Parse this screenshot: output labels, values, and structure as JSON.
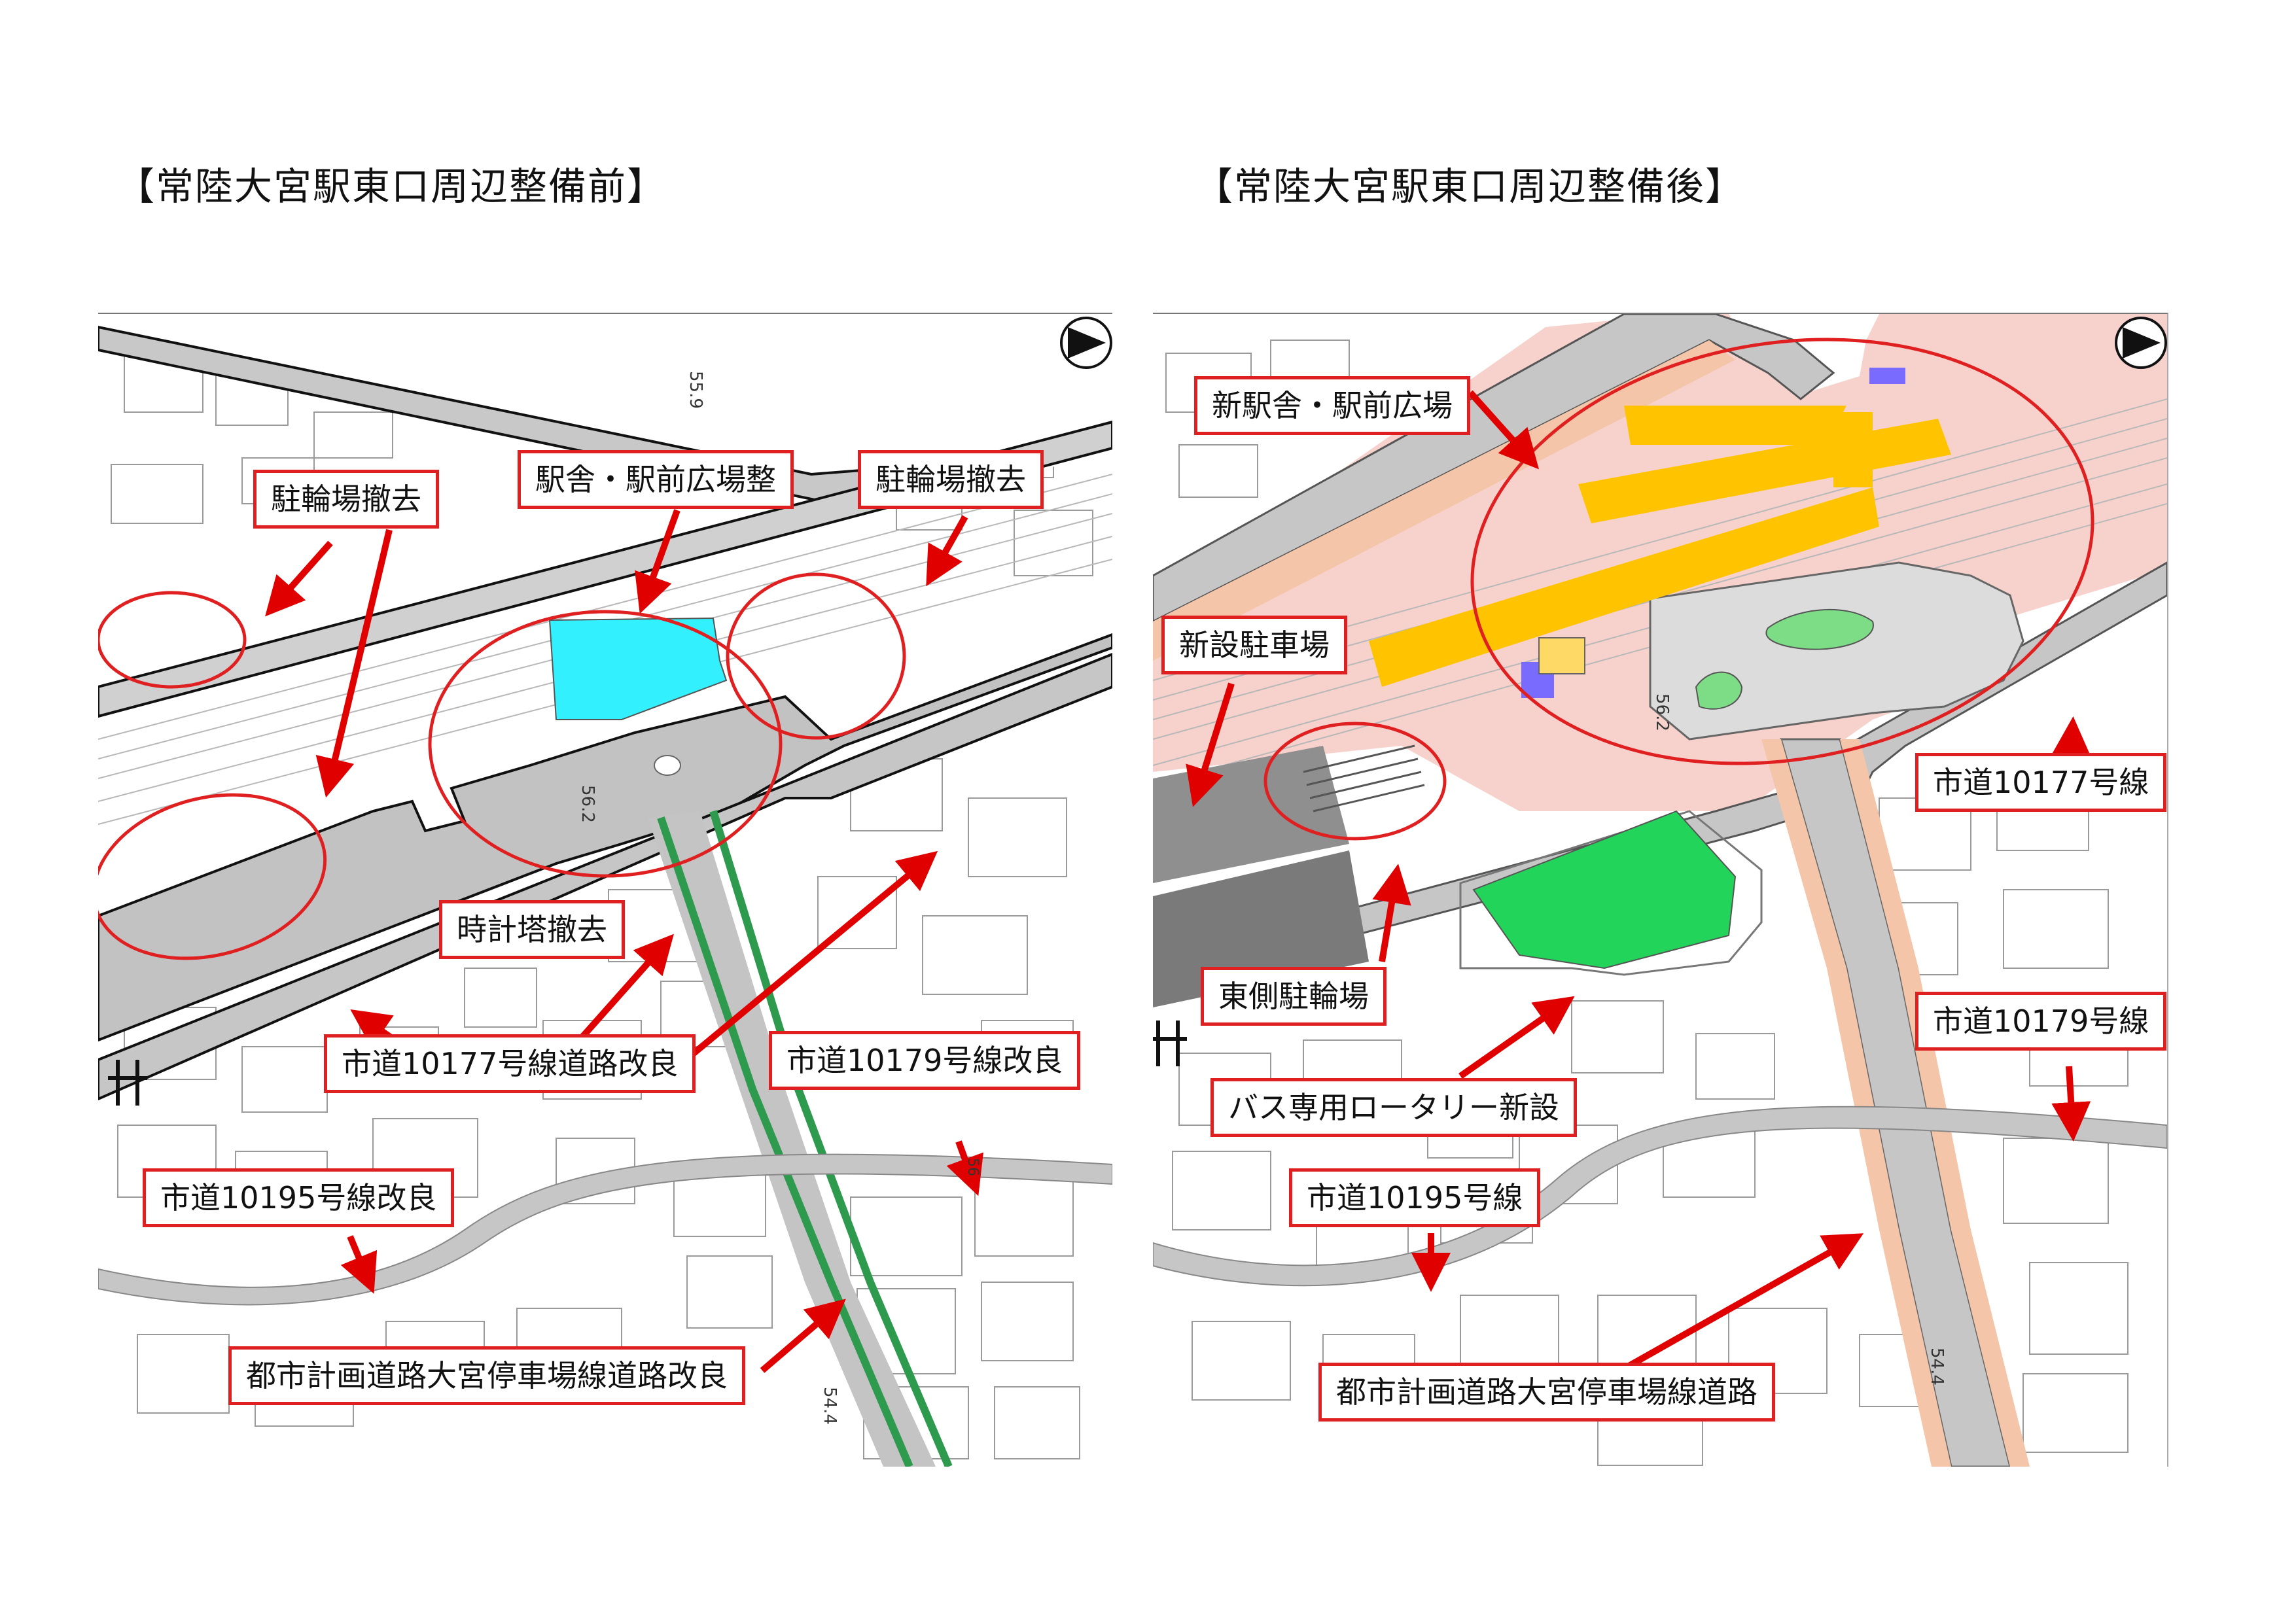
{
  "titles": {
    "before": "【常陸大宮駅東口周辺整備前】",
    "after": "【常陸大宮駅東口周辺整備後】"
  },
  "before": {
    "callouts": {
      "bike_remove_left": "駐輪場撤去",
      "station_plaza": "駅舎・駅前広場整",
      "bike_remove_right": "駐輪場撤去",
      "clock_tower": "時計塔撤去",
      "road_10177": "市道10177号線道路改良",
      "road_10179": "市道10179号線改良",
      "road_10195": "市道10195号線改良",
      "city_plan_road": "都市計画道路大宮停車場線道路改良"
    },
    "elevations": {
      "top": "55.9",
      "center": "56.2",
      "bottom": "54.4",
      "side": "56"
    }
  },
  "after": {
    "callouts": {
      "new_station": "新駅舎・駅前広場",
      "new_parking": "新設駐車場",
      "road_10177": "市道10177号線",
      "east_bike": "東側駐輪場",
      "road_10179": "市道10179号線",
      "bus_rotary": "バス専用ロータリー新設",
      "road_10195": "市道10195号線",
      "city_plan_road": "都市計画道路大宮停車場線道路"
    },
    "elevations": {
      "center": "56.2",
      "bottom": "54.4"
    }
  },
  "colors": {
    "callout_border": "#e02020",
    "arrow": "#e00000",
    "road_gray": "#c6c6c6",
    "station_cyan": "#33f0ff",
    "station_yellow": "#ffc300",
    "rotary_green": "#22d45a",
    "plaza_pink": "#f7d2cc",
    "route_green": "#2e9a4e"
  },
  "icons": {
    "north": "north-arrow-icon"
  }
}
